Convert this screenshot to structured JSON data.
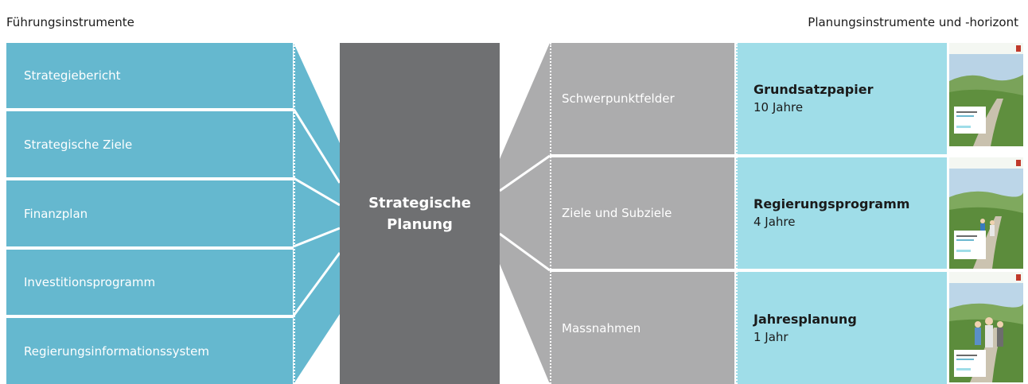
{
  "headers": {
    "left": "Führungsinstrumente",
    "right": "Planungsinstrumente und -horizont"
  },
  "left_items": [
    {
      "label": "Strategiebericht"
    },
    {
      "label": "Strategische Ziele"
    },
    {
      "label": "Finanzplan"
    },
    {
      "label": "Investitionsprogramm"
    },
    {
      "label": "Regierungsinformationssystem"
    }
  ],
  "center": {
    "line1": "Strategische",
    "line2": "Planung"
  },
  "right_items": [
    {
      "gray": "Schwerpunktfelder",
      "title": "Grundsatzpapier",
      "horizon": "10 Jahre"
    },
    {
      "gray": "Ziele und Subziele",
      "title": "Regierungsprogramm",
      "horizon": "4 Jahre"
    },
    {
      "gray": "Massnahmen",
      "title": "Jahresplanung",
      "horizon": "1 Jahr"
    }
  ],
  "colors": {
    "left_boxes": "#65b8cf",
    "center_box": "#6f7072",
    "gray_boxes": "#acacad",
    "teal_boxes": "#9fdde8"
  }
}
